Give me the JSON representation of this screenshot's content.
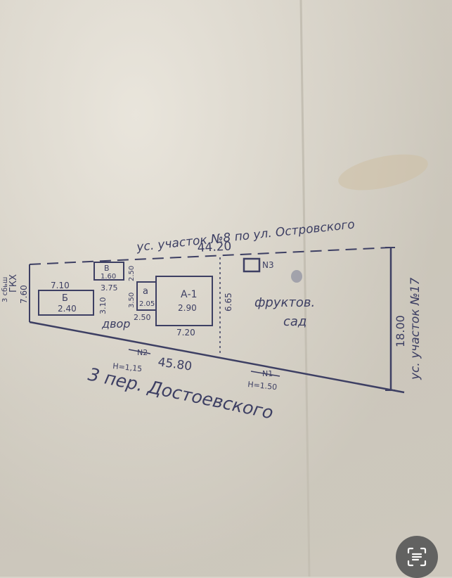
{
  "plan": {
    "north_neighbor": "ус. участок №8 по ул. Островского",
    "east_neighbor": "ус. участок №17",
    "south_street": "3 пер. Достоевского",
    "west_label": "ГКХ",
    "west_dim": "7.60",
    "edge_clip": "3 сбьш",
    "dim_north": "44.20",
    "dim_south": "45.80",
    "dim_east": "18.00",
    "dim_665": "6.65",
    "dim_720": "7.20",
    "dim_710": "7.10",
    "dim_310": "3.10",
    "dim_375": "3.75",
    "dim_250_top": "2.50",
    "dim_350": "3.50",
    "dim_250_bottom": "2.50",
    "building_A1": "А-1",
    "building_A1_h": "2.90",
    "building_a": "а",
    "building_a_h": "2.05",
    "building_B": "Б",
    "building_B_h": "2.40",
    "building_V": "В",
    "building_V_h": "1.60",
    "dvor": "двор",
    "garden_line1": "фруктов.",
    "garden_line2": "сад",
    "marker_n1": "N1",
    "marker_n1_h": "Н=1.50",
    "marker_n2": "N2",
    "marker_n2_h": "Н=1,15",
    "marker_n3": "N3"
  },
  "colors": {
    "ink": "#3d3f63",
    "paper": "#d8d3c9"
  },
  "scan_button": {
    "icon": "document-scan-icon"
  }
}
